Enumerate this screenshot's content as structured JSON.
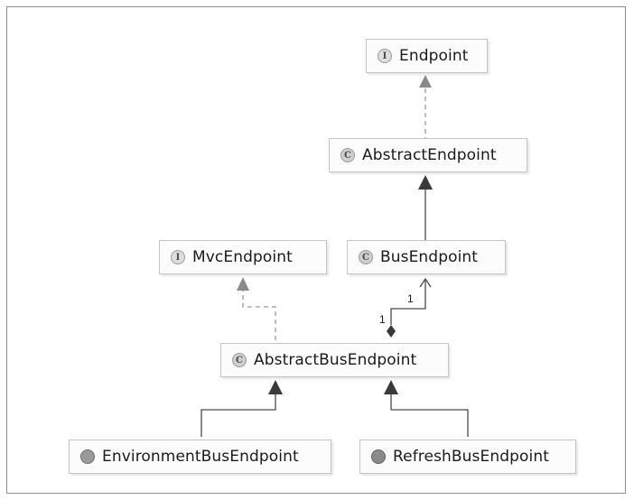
{
  "nodes": {
    "endpoint": {
      "kind": "interface",
      "badge": "I",
      "label": "Endpoint"
    },
    "abstract_endpoint": {
      "kind": "abstract class",
      "badge": "C",
      "label": "AbstractEndpoint"
    },
    "mvc_endpoint": {
      "kind": "interface",
      "badge": "I",
      "label": "MvcEndpoint"
    },
    "bus_endpoint": {
      "kind": "class",
      "badge": "C",
      "label": "BusEndpoint"
    },
    "abstract_bus_endpoint": {
      "kind": "abstract class",
      "badge": "C",
      "label": "AbstractBusEndpoint"
    },
    "environment_bus_endpoint": {
      "kind": "class",
      "badge": "",
      "label": "EnvironmentBusEndpoint"
    },
    "refresh_bus_endpoint": {
      "kind": "class",
      "badge": "",
      "label": "RefreshBusEndpoint"
    }
  },
  "edges": [
    {
      "from": "AbstractEndpoint",
      "to": "Endpoint",
      "type": "implements"
    },
    {
      "from": "BusEndpoint",
      "to": "AbstractEndpoint",
      "type": "extends"
    },
    {
      "from": "AbstractBusEndpoint",
      "to": "MvcEndpoint",
      "type": "implements"
    },
    {
      "from": "AbstractBusEndpoint",
      "to": "BusEndpoint",
      "type": "composition"
    },
    {
      "from": "EnvironmentBusEndpoint",
      "to": "AbstractBusEndpoint",
      "type": "extends"
    },
    {
      "from": "RefreshBusEndpoint",
      "to": "AbstractBusEndpoint",
      "type": "extends"
    }
  ],
  "multiplicity": {
    "owner_end": "1",
    "target_end": "1"
  },
  "colors": {
    "line": "#5a5a5a",
    "arrow_fill": "#4d4d4d",
    "node_border": "#c4c4c4"
  }
}
